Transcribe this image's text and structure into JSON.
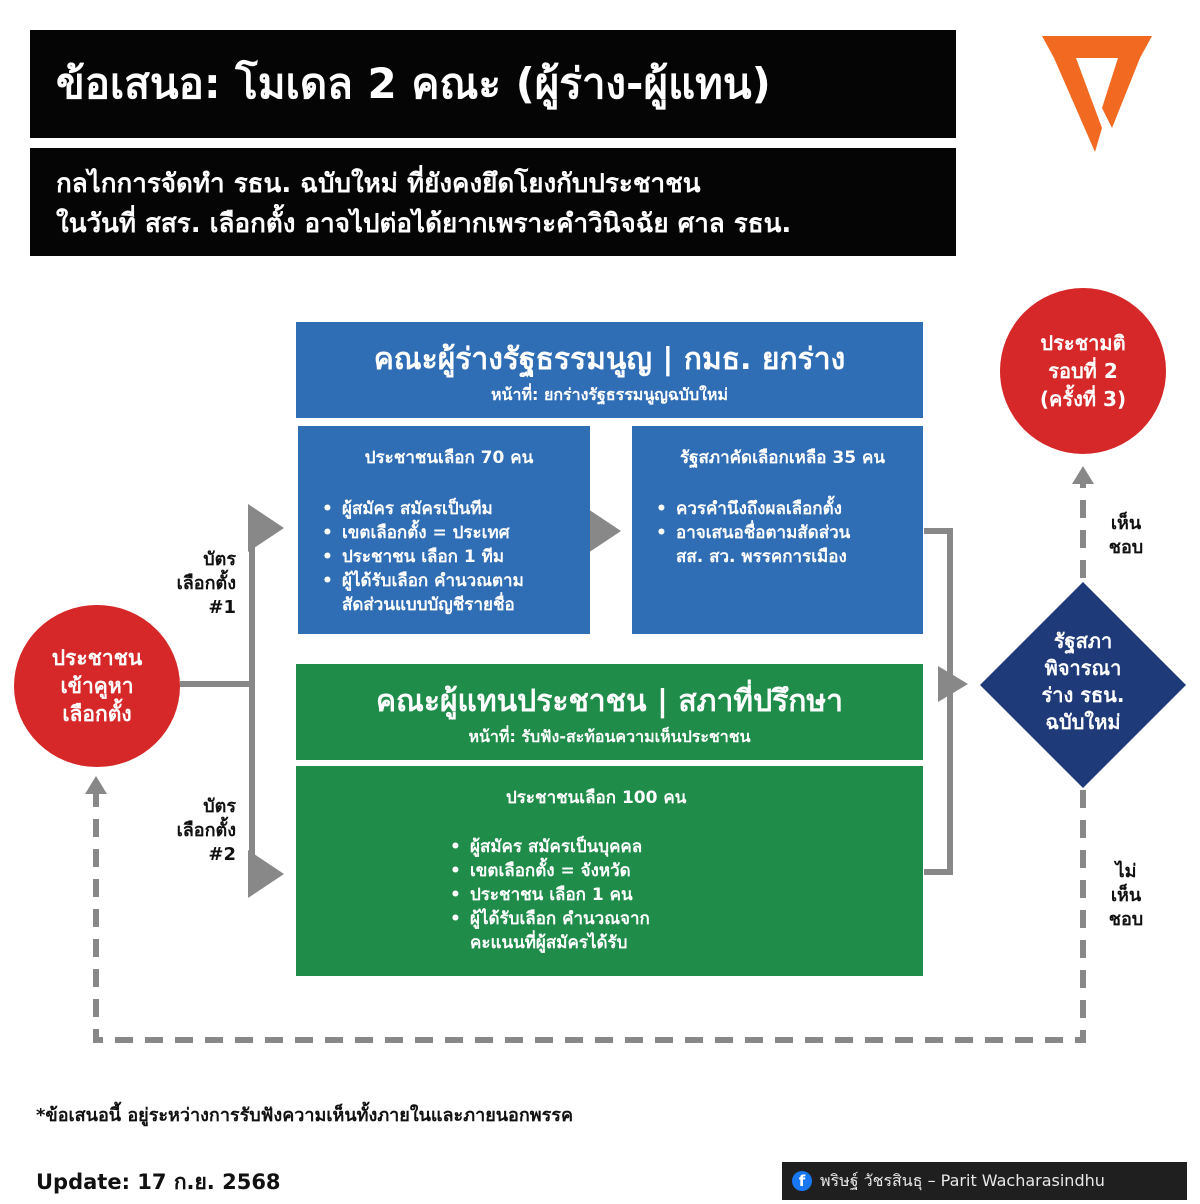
{
  "header": {
    "title": "ข้อเสนอ: โมเดล 2 คณะ (ผู้ร่าง-ผู้แทน)",
    "subtitle_line1": "กลไกการจัดทำ รธน. ฉบับใหม่ ที่ยังคงยึดโยงกับประชาชน",
    "subtitle_line2": "ในวันที่ สสร. เลือกตั้ง อาจไปต่อได้ยากเพราะคำวินิจฉัย ศาล รธน."
  },
  "brand": {
    "logo": "party-logo-icon",
    "color": "#f26a21"
  },
  "drafters": {
    "title": "คณะผู้ร่างรัฐธรรมนูญ | กมธ. ยกร่าง",
    "duty": "หน้าที่: ยกร่างรัฐธรรมนูญฉบับใหม่",
    "color": "#2f6db5",
    "card_left": {
      "title": "ประชาชนเลือก 70 คน",
      "bullets": [
        "ผู้สมัคร สมัครเป็นทีม",
        "เขตเลือกตั้ง = ประเทศ",
        "ประชาชน เลือก 1 ทีม",
        "ผู้ได้รับเลือก คำนวณตาม\nสัดส่วนแบบบัญชีรายชื่อ"
      ]
    },
    "card_right": {
      "title": "รัฐสภาคัดเลือกเหลือ 35 คน",
      "bullets": [
        "ควรคำนึงถึงผลเลือกตั้ง",
        "อาจเสนอชื่อตามสัดส่วน\nสส. สว. พรรคการเมือง"
      ]
    }
  },
  "representatives": {
    "title": "คณะผู้แทนประชาชน | สภาที่ปรึกษา",
    "duty": "หน้าที่: รับฟัง-สะท้อนความเห็นประชาชน",
    "color": "#1f8c4a",
    "card": {
      "title": "ประชาชนเลือก 100 คน",
      "bullets": [
        "ผู้สมัคร สมัครเป็นบุคคล",
        "เขตเลือกตั้ง = จังหวัด",
        "ประชาชน เลือก 1 คน",
        "ผู้ได้รับเลือก คำนวณจาก\nคะแนนที่ผู้สมัครได้รับ"
      ]
    }
  },
  "start_node": "ประชาชน\nเข้าคูหา\nเลือกตั้ง",
  "ballot1": "บัตร\nเลือกตั้ง\n#1",
  "ballot2": "บัตร\nเลือกตั้ง\n#2",
  "decision": "รัฐสภา\nพิจารณา\nร่าง รธน.\nฉบับใหม่",
  "decision_color": "#1e3a78",
  "referendum": "ประชามติ\nรอบที่ 2\n(ครั้งที่ 3)",
  "circle_color": "#d62828",
  "agree": "เห็น\nชอบ",
  "disagree": "ไม่\nเห็น\nชอบ",
  "footnote": "*ข้อเสนอนี้ อยู่ระหว่างการรับฟังความเห็นทั้งภายในและภายนอกพรรค",
  "update": "Update: 17 ก.ย. 2568",
  "credit": "พริษฐ์ วัชรสินธุ – Parit Wacharasindhu",
  "credit_icon": "facebook-icon"
}
